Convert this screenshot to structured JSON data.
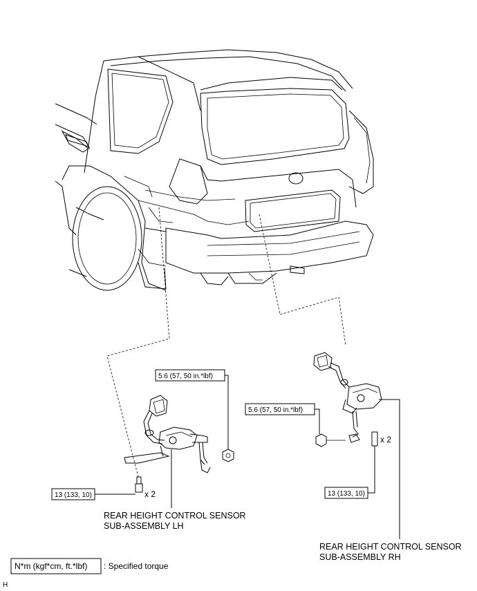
{
  "torque_specs": {
    "lh_nut": "5.6 (57, 50 in.*lbf)",
    "rh_nut": "5.6 (57, 50 in.*lbf)",
    "lh_bolt": "13 (133, 10)",
    "rh_bolt": "13 (133, 10)"
  },
  "quantities": {
    "lh_bolt_qty": "x 2",
    "rh_bolt_qty": "x 2"
  },
  "parts": {
    "lh_line1": "REAR HEIGHT CONTROL SENSOR",
    "lh_line2": "SUB-ASSEMBLY LH",
    "rh_line1": "REAR HEIGHT CONTROL SENSOR",
    "rh_line2": "SUB-ASSEMBLY RH"
  },
  "legend": {
    "unit_box": "N*m (kgf*cm, ft.*lbf)",
    "description": ": Specified torque"
  },
  "footer": {
    "corner_mark": "H"
  }
}
